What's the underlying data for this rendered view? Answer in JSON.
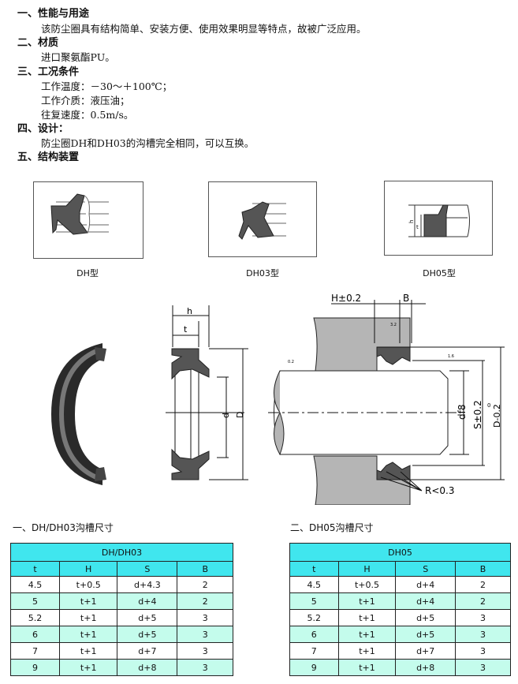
{
  "sections": [
    {
      "heading": "一、性能与用途",
      "lines": [
        "该防尘圈具有结构简单、安装方便、使用效果明显等特点，故被广泛应用。"
      ]
    },
    {
      "heading": "二、材质",
      "lines": [
        "进口聚氨酯PU。"
      ]
    },
    {
      "heading": "三、工况条件",
      "lines": [
        "工作温度：－30～＋100℃；",
        "工作介质：液压油；",
        "往复速度：0.5m/s。"
      ]
    },
    {
      "heading": "四、设计：",
      "lines": [
        "防尘圈DH和DH03的沟槽完全相同，可以互换。"
      ]
    },
    {
      "heading": "五、结构装置",
      "lines": []
    }
  ],
  "profiles": [
    {
      "label": "DH型"
    },
    {
      "label": "DH03型"
    },
    {
      "label": "DH05型"
    }
  ],
  "drawing_labels": {
    "h": "h",
    "t": "t",
    "d": "d",
    "D": "D",
    "H_tol": "H±0.2",
    "B": "B",
    "df8": "df8",
    "S_tol": "S±0.2",
    "D_tol": "D-0.2",
    "D_tol_upper": "0",
    "R": "R<0.3",
    "rough_32": "3.2",
    "rough_16": "1.6",
    "rough_02": "0.2"
  },
  "tables": [
    {
      "title": "一、DH/DH03沟槽尺寸",
      "name": "DH/DH03",
      "headers": [
        "t",
        "H",
        "S",
        "B"
      ],
      "rows": [
        [
          "4.5",
          "t+0.5",
          "d+4.3",
          "2"
        ],
        [
          "5",
          "t+1",
          "d+4",
          "2"
        ],
        [
          "5.2",
          "t+1",
          "d+5",
          "3"
        ],
        [
          "6",
          "t+1",
          "d+5",
          "3"
        ],
        [
          "7",
          "t+1",
          "d+7",
          "3"
        ],
        [
          "9",
          "t+1",
          "d+8",
          "3"
        ]
      ]
    },
    {
      "title": "二、DH05沟槽尺寸",
      "name": "DH05",
      "headers": [
        "t",
        "H",
        "S",
        "B"
      ],
      "rows": [
        [
          "4.5",
          "t+0.5",
          "d+4",
          "2"
        ],
        [
          "5",
          "t+1",
          "d+4",
          "2"
        ],
        [
          "5.2",
          "t+1",
          "d+5",
          "3"
        ],
        [
          "6",
          "t+1",
          "d+5",
          "3"
        ],
        [
          "7",
          "t+1",
          "d+7",
          "3"
        ],
        [
          "9",
          "t+1",
          "d+8",
          "3"
        ]
      ]
    }
  ],
  "colors": {
    "header": "#40e6ee",
    "alt_row": "#c4fcec",
    "seal": "#555555",
    "metal": "#b5b5b5"
  }
}
